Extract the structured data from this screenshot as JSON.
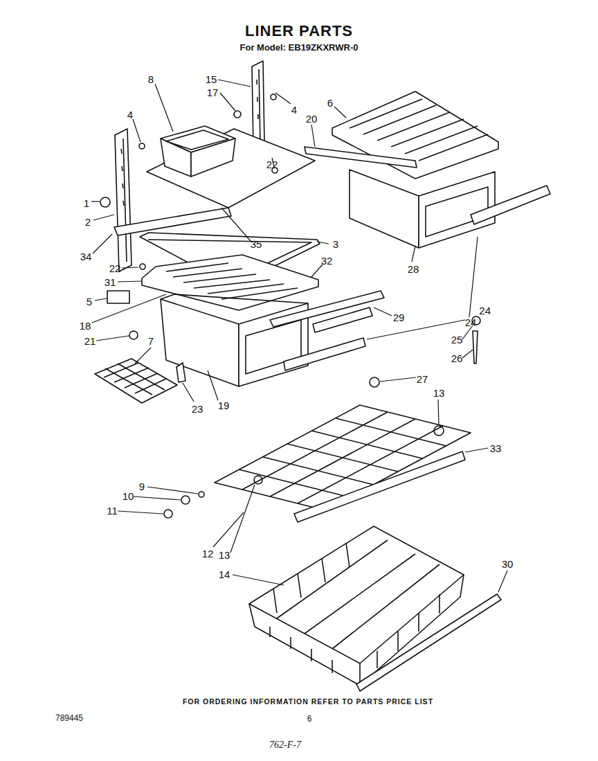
{
  "diagram": {
    "title": "LINER PARTS",
    "labels": [
      "For Model: EB19ZKXRWR-0",
      "15",
      "17",
      "4",
      "8",
      "4",
      "6",
      "20",
      "22",
      "1",
      "2",
      "34",
      "35",
      "3",
      "22",
      "31",
      "32",
      "28",
      "5",
      "18",
      "29",
      "24",
      "24",
      "25",
      "26",
      "21",
      "7",
      "27",
      "13",
      "23",
      "19",
      "33",
      "9",
      "10",
      "11",
      "12",
      "13",
      "14",
      "30",
      "FOR ORDERING INFORMATION REFER TO PARTS PRICE LIST",
      "789445",
      "6",
      "762-F-7"
    ]
  }
}
